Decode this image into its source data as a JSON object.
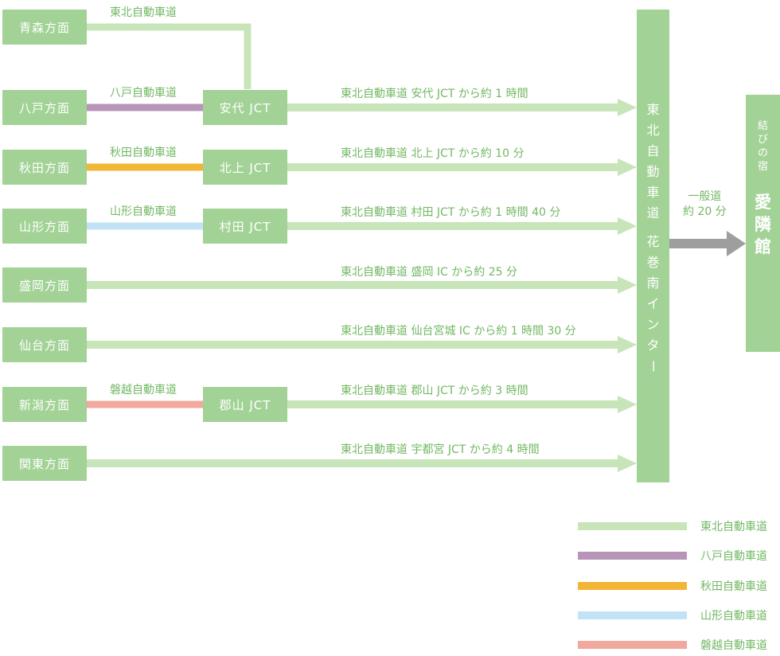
{
  "colors": {
    "tohoku": "#c8e4b9",
    "hachinohe": "#b795b8",
    "akita": "#f2b535",
    "yamagata": "#c2e3f6",
    "bandai": "#f1a89d",
    "box": "#a2d295",
    "text": "#72b863",
    "arrow_gray": "#9e9e9e"
  },
  "rows": [
    {
      "origin": "青森方面",
      "road": "東北自動車道",
      "jct": "",
      "route": ""
    },
    {
      "origin": "八戸方面",
      "road": "八戸自動車道",
      "jct": "安代 JCT",
      "route": "東北自動車道 安代 JCT から約 1 時間"
    },
    {
      "origin": "秋田方面",
      "road": "秋田自動車道",
      "jct": "北上 JCT",
      "route": "東北自動車道 北上 JCT から約 10 分"
    },
    {
      "origin": "山形方面",
      "road": "山形自動車道",
      "jct": "村田 JCT",
      "route": "東北自動車道 村田 JCT から約 1 時間 40 分"
    },
    {
      "origin": "盛岡方面",
      "road": "",
      "jct": "",
      "route": "東北自動車道 盛岡 IC から約 25 分"
    },
    {
      "origin": "仙台方面",
      "road": "",
      "jct": "",
      "route": "東北自動車道 仙台宮城 IC から約 1 時間 30 分"
    },
    {
      "origin": "新潟方面",
      "road": "磐越自動車道",
      "jct": "郡山 JCT",
      "route": "東北自動車道 郡山 JCT から約 3 時間"
    },
    {
      "origin": "関東方面",
      "road": "",
      "jct": "",
      "route": "東北自動車道 宇都宮 JCT から約 4 時間"
    }
  ],
  "interchange": {
    "chars": [
      "東",
      "北",
      "自",
      "動",
      "車",
      "道",
      "",
      "花",
      "巻",
      "南",
      "イ",
      "ン",
      "タ",
      "ー"
    ]
  },
  "local_road": {
    "line1": "一般道",
    "line2": "約 20 分"
  },
  "destination": {
    "sub": [
      "結",
      "び",
      "の",
      "宿"
    ],
    "name": [
      "愛",
      "隣",
      "館"
    ]
  },
  "legend": [
    {
      "label": "東北自動車道",
      "color": "#c8e4b9"
    },
    {
      "label": "八戸自動車道",
      "color": "#b795b8"
    },
    {
      "label": "秋田自動車道",
      "color": "#f2b535"
    },
    {
      "label": "山形自動車道",
      "color": "#c2e3f6"
    },
    {
      "label": "磐越自動車道",
      "color": "#f1a89d"
    }
  ]
}
